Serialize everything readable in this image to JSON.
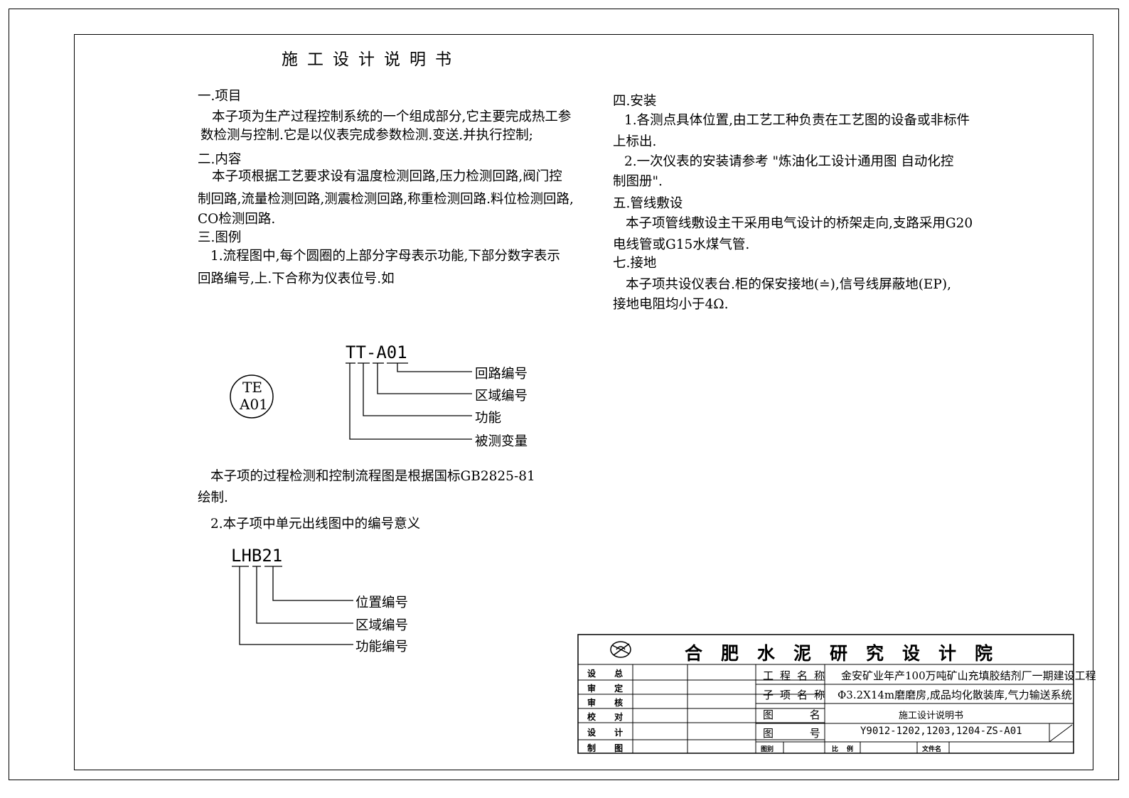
{
  "title": "施工设计说明书",
  "sections_left": {
    "s1_heading": "一.项目",
    "s1_l1": "本子项为生产过程控制系统的一个组成部分,它主要完成热工参",
    "s1_l2": "数检测与控制.它是以仪表完成参数检测.变送.并执行控制;",
    "s2_heading": "二.内容",
    "s2_l1": "本子项根据工艺要求设有温度检测回路,压力检测回路,阀门控",
    "s2_l2": "制回路,流量检测回路,测震检测回路,称重检测回路.料位检测回路,",
    "s2_l3": "CO检测回路.",
    "s3_heading": "三.图例",
    "s3_l1": "1.流程图中,每个圆圈的上部分字母表示功能,下部分数字表示",
    "s3_l2": "回路编号,上.下合称为仪表位号.如",
    "std_l1": "本子项的过程检测和控制流程图是根据国标GB2825-81",
    "std_l2": "绘制.",
    "s3_item2": "2.本子项中单元出线图中的编号意义"
  },
  "sections_right": {
    "s4_heading": "四.安装",
    "s4_l1": "1.各测点具体位置,由工艺工种负责在工艺图的设备或非标件",
    "s4_l2": "上标出.",
    "s4_l3": "2.一次仪表的安装请参考 \"炼油化工设计通用图 自动化控",
    "s4_l4": "制图册\".",
    "s5_heading": "五.管线敷设",
    "s5_l1": "本子项管线敷设主干采用电气设计的桥架走向,支路采用G20",
    "s5_l2": "电线管或G15水煤气管.",
    "s7_heading": "七.接地",
    "s7_l1": "本子项共设仪表台.柜的保安接地(≐),信号线屏蔽地(EP),",
    "s7_l2": "接地电阻均小于4Ω."
  },
  "diagram1": {
    "circle_top": "TE",
    "circle_bottom": "A01",
    "tag": "TT-A01",
    "labels": [
      "回路编号",
      "区域编号",
      "功能",
      "被测变量"
    ]
  },
  "diagram2": {
    "tag": "LHB21",
    "labels": [
      "位置编号",
      "区域编号",
      "功能编号"
    ]
  },
  "title_block": {
    "company": "合肥水泥研究设计院",
    "roles": [
      "设 总",
      "审 定",
      "审 核",
      "校 对",
      "设 计",
      "制 图"
    ],
    "project_name_label": "工程名称",
    "project_name": "金安矿业年产100万吨矿山充填胶结剂厂一期建设工程",
    "subproject_label": "子项名称",
    "subproject": "Φ3.2X14m磨磨房,成品均化散装库,气力输送系统",
    "drawing_name_label": "图 名",
    "drawing_name": "施工设计说明书",
    "drawing_no_label": "图 号",
    "drawing_no": "Y9012-1202,1203,1204-ZS-A01",
    "bottom_labels": [
      "图别",
      "比例",
      "文件名"
    ]
  }
}
